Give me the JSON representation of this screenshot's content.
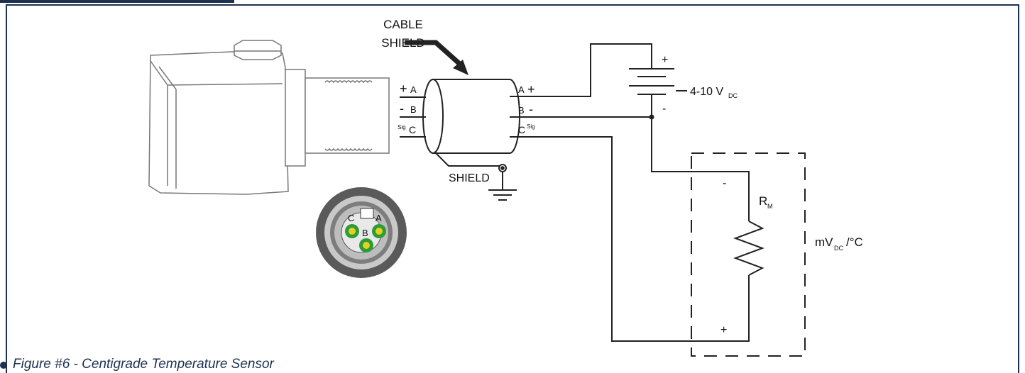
{
  "diagram": {
    "labels": {
      "cable_shield_line1": "CABLE",
      "cable_shield_line2": "SHIELD",
      "shield": "SHIELD",
      "plus": "+",
      "minus": "-",
      "supply": "4-10 V",
      "supply_sub": "DC",
      "rm": "R",
      "rm_sub": "M",
      "output": "mV",
      "output_sub": "DC",
      "output_unit": "/°C",
      "meter_minus": "-",
      "meter_plus": "+"
    },
    "left_pins": [
      {
        "sign": "+",
        "letter": "A"
      },
      {
        "sign": "-",
        "letter": "B"
      },
      {
        "sign": "Sig",
        "letter": "C"
      }
    ],
    "right_pins": [
      {
        "letter": "A",
        "sign": "+"
      },
      {
        "letter": "B",
        "sign": "-"
      },
      {
        "letter": "C",
        "sign": "Sig"
      }
    ],
    "connector_face": {
      "pin_c": "C",
      "pin_a": "A",
      "pin_b": "B"
    },
    "colors": {
      "frame": "#1c3150",
      "pin_ring": "#2e9a3a",
      "pin_center": "#e3d21a",
      "body_gray": "#555555"
    }
  },
  "caption": "Figure #6 - Centigrade Temperature Sensor"
}
